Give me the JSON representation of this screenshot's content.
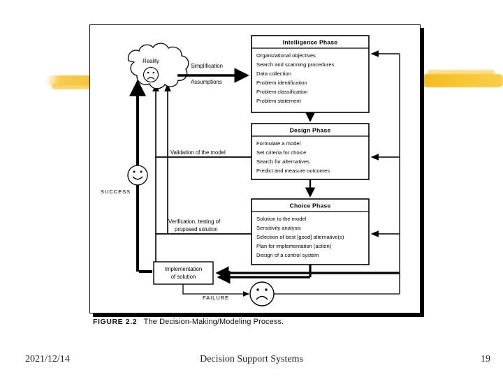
{
  "slide": {
    "figure_caption_label": "FIGURE 2.2",
    "figure_caption_text": "The Decision-Making/Modeling Process."
  },
  "diagram": {
    "reality_label": "Reality",
    "reality_face": "sad-face",
    "success_label": "SUCCESS",
    "success_face": "happy-face",
    "failure_label": "FAILURE",
    "failure_face": "sad-face",
    "simplification_label": "Simplification",
    "assumptions_label": "Assumptions",
    "validation_label": "Validation of the model",
    "verification_label_line1": "Verification, testing of",
    "verification_label_line2": "proposed solution",
    "implementation_line1": "Implementation",
    "implementation_line2": "of solution",
    "phases": [
      {
        "title": "Intelligence Phase",
        "items": [
          "Organizational objectives",
          "Search and scanning procedures",
          "Data collection",
          "Problem identificaiton",
          "Problem classification",
          "Problem statement"
        ]
      },
      {
        "title": "Design Phase",
        "items": [
          "Formulate a model",
          "Set criteria for choice",
          "Search for alternatives",
          "Predict and measure outcomes"
        ]
      },
      {
        "title": "Choice Phase",
        "items": [
          "Solution to the model",
          "Sensitivity analysis",
          "Selection of best [good] alternative(s)",
          "Plan for implementation (action)",
          "Design of a control system"
        ]
      }
    ]
  },
  "footer": {
    "date": "2021/12/14",
    "title": "Decision Support Systems",
    "page": "19"
  },
  "colors": {
    "highlight": "#f3c43c",
    "ink": "#000000",
    "paper": "#ffffff"
  }
}
